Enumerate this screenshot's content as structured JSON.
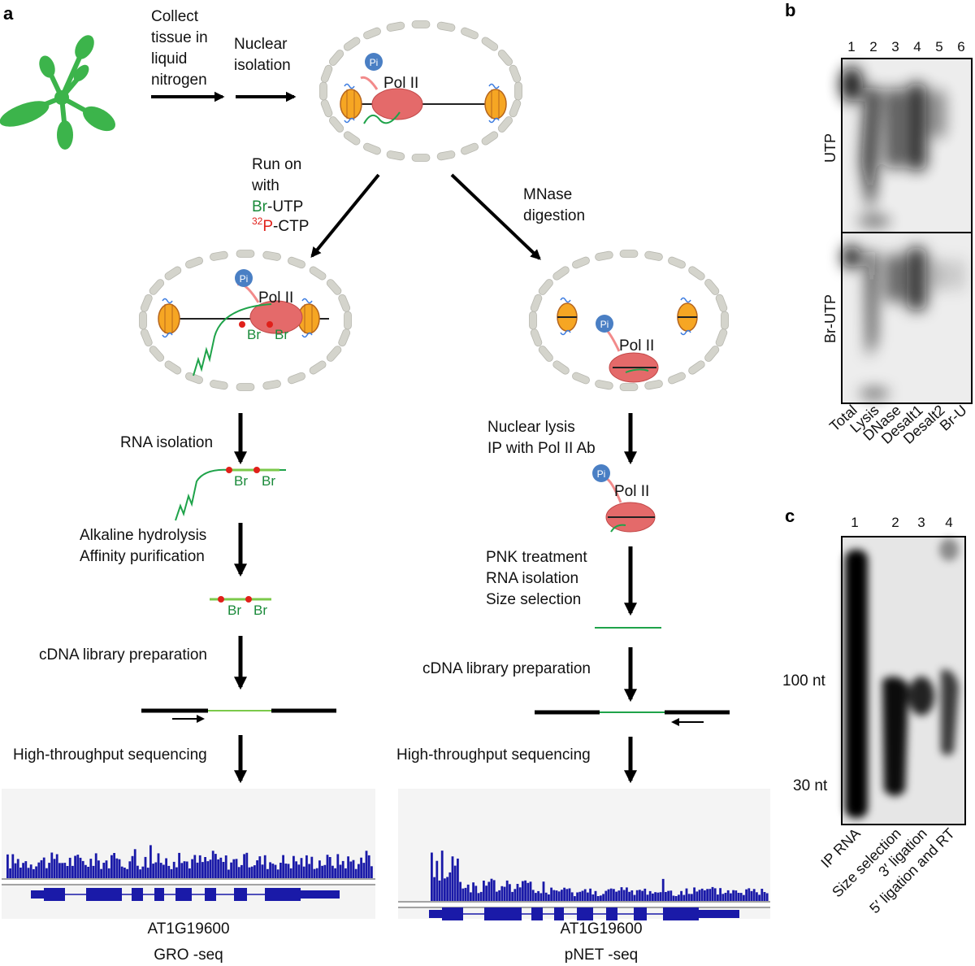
{
  "panel_a": {
    "label": "a",
    "steps": {
      "collect": [
        "Collect",
        "tissue in",
        "liquid",
        "nitrogen"
      ],
      "nuclear": [
        "Nuclear",
        "isolation"
      ],
      "runon": [
        "Run on",
        "with"
      ],
      "br_prefix": "Br",
      "utp_suffix": "-UTP",
      "p_sup": "32",
      "p_letter": "P",
      "ctp_suffix": "-CTP",
      "mnase": [
        "MNase",
        "digestion"
      ],
      "rna_isolation": "RNA isolation",
      "alkaline": [
        "Alkaline hydrolysis",
        "Affinity purification"
      ],
      "cdna_left": "cDNA library preparation",
      "hts_left": "High-throughput sequencing",
      "nuclear_lysis": [
        "Nuclear lysis",
        "IP with Pol II Ab"
      ],
      "pnk": [
        "PNK treatment",
        "RNA isolation",
        "Size selection"
      ],
      "cdna_right": "cDNA library preparation",
      "hts_right": "High-throughput sequencing"
    },
    "labels": {
      "pol": "Pol II",
      "pi": "Pi",
      "br": "Br"
    },
    "tracks": {
      "left": {
        "gene": "AT1G19600",
        "method": "GRO -seq"
      },
      "right": {
        "gene": "AT1G19600",
        "method": "pNET -seq"
      }
    },
    "colors": {
      "track": "#1a1aa8",
      "rna": "#1fa34a",
      "polymerase": "#e46a6a",
      "nucleus": "#d4d4cc",
      "br_text": "#1a8a3a",
      "p32": "#e0201a"
    }
  },
  "panel_b": {
    "label": "b",
    "lane_numbers": [
      "1",
      "2",
      "3",
      "4",
      "5",
      "6"
    ],
    "row_labels": [
      "UTP",
      "Br-UTP"
    ],
    "lane_labels": [
      "Total",
      "Lysis",
      "DNase",
      "Desalt1",
      "Desalt2",
      "Br-U"
    ]
  },
  "panel_c": {
    "label": "c",
    "lane_numbers": [
      "1",
      "2",
      "3",
      "4"
    ],
    "markers": [
      "100 nt",
      "30 nt"
    ],
    "lane_labels": [
      "IP RNA",
      "Size selection",
      "3′ ligation",
      "5′ ligation and RT"
    ]
  }
}
